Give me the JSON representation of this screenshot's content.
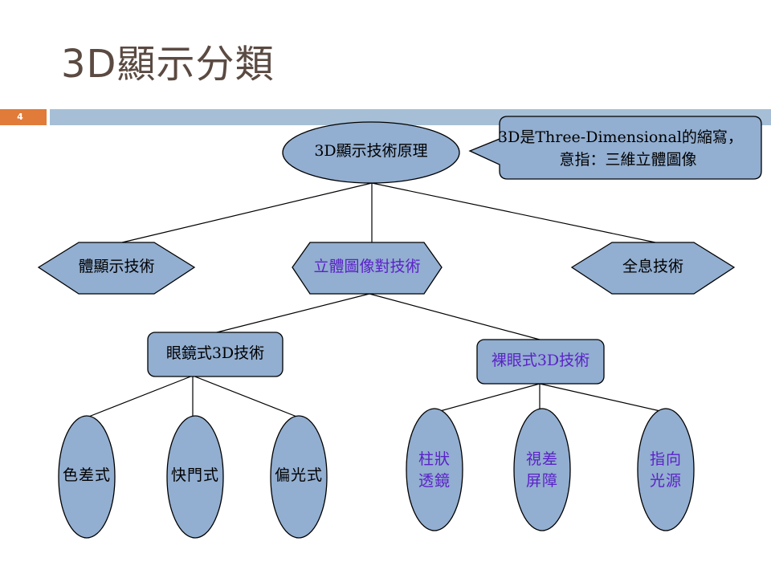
{
  "slide": {
    "title": "3D顯示分類",
    "number": "4"
  },
  "callout": {
    "line1": "3D是Three-Dimensional的縮寫，",
    "line2": "意指：三維立體圖像"
  },
  "tree": {
    "root": "3D顯示技術原理",
    "level1": {
      "left": "體顯示技術",
      "center": "立體圖像對技術",
      "right": "全息技術"
    },
    "level2": {
      "glasses": "眼鏡式3D技術",
      "naked_eye": "裸眼式3D技術"
    },
    "level3": {
      "color": "色差式",
      "shutter": "快門式",
      "polarized": "偏光式",
      "lenticular": [
        "柱狀",
        "透鏡"
      ],
      "parallax": [
        "視差",
        "屏障"
      ],
      "directional": [
        "指向",
        "光源"
      ]
    }
  },
  "colors": {
    "node_fill": "#92aed0",
    "title_text": "#5a4a42",
    "accent_orange": "#e07b39",
    "bar_blue": "#a6bfd6",
    "purple_text": "#5b22c8"
  }
}
